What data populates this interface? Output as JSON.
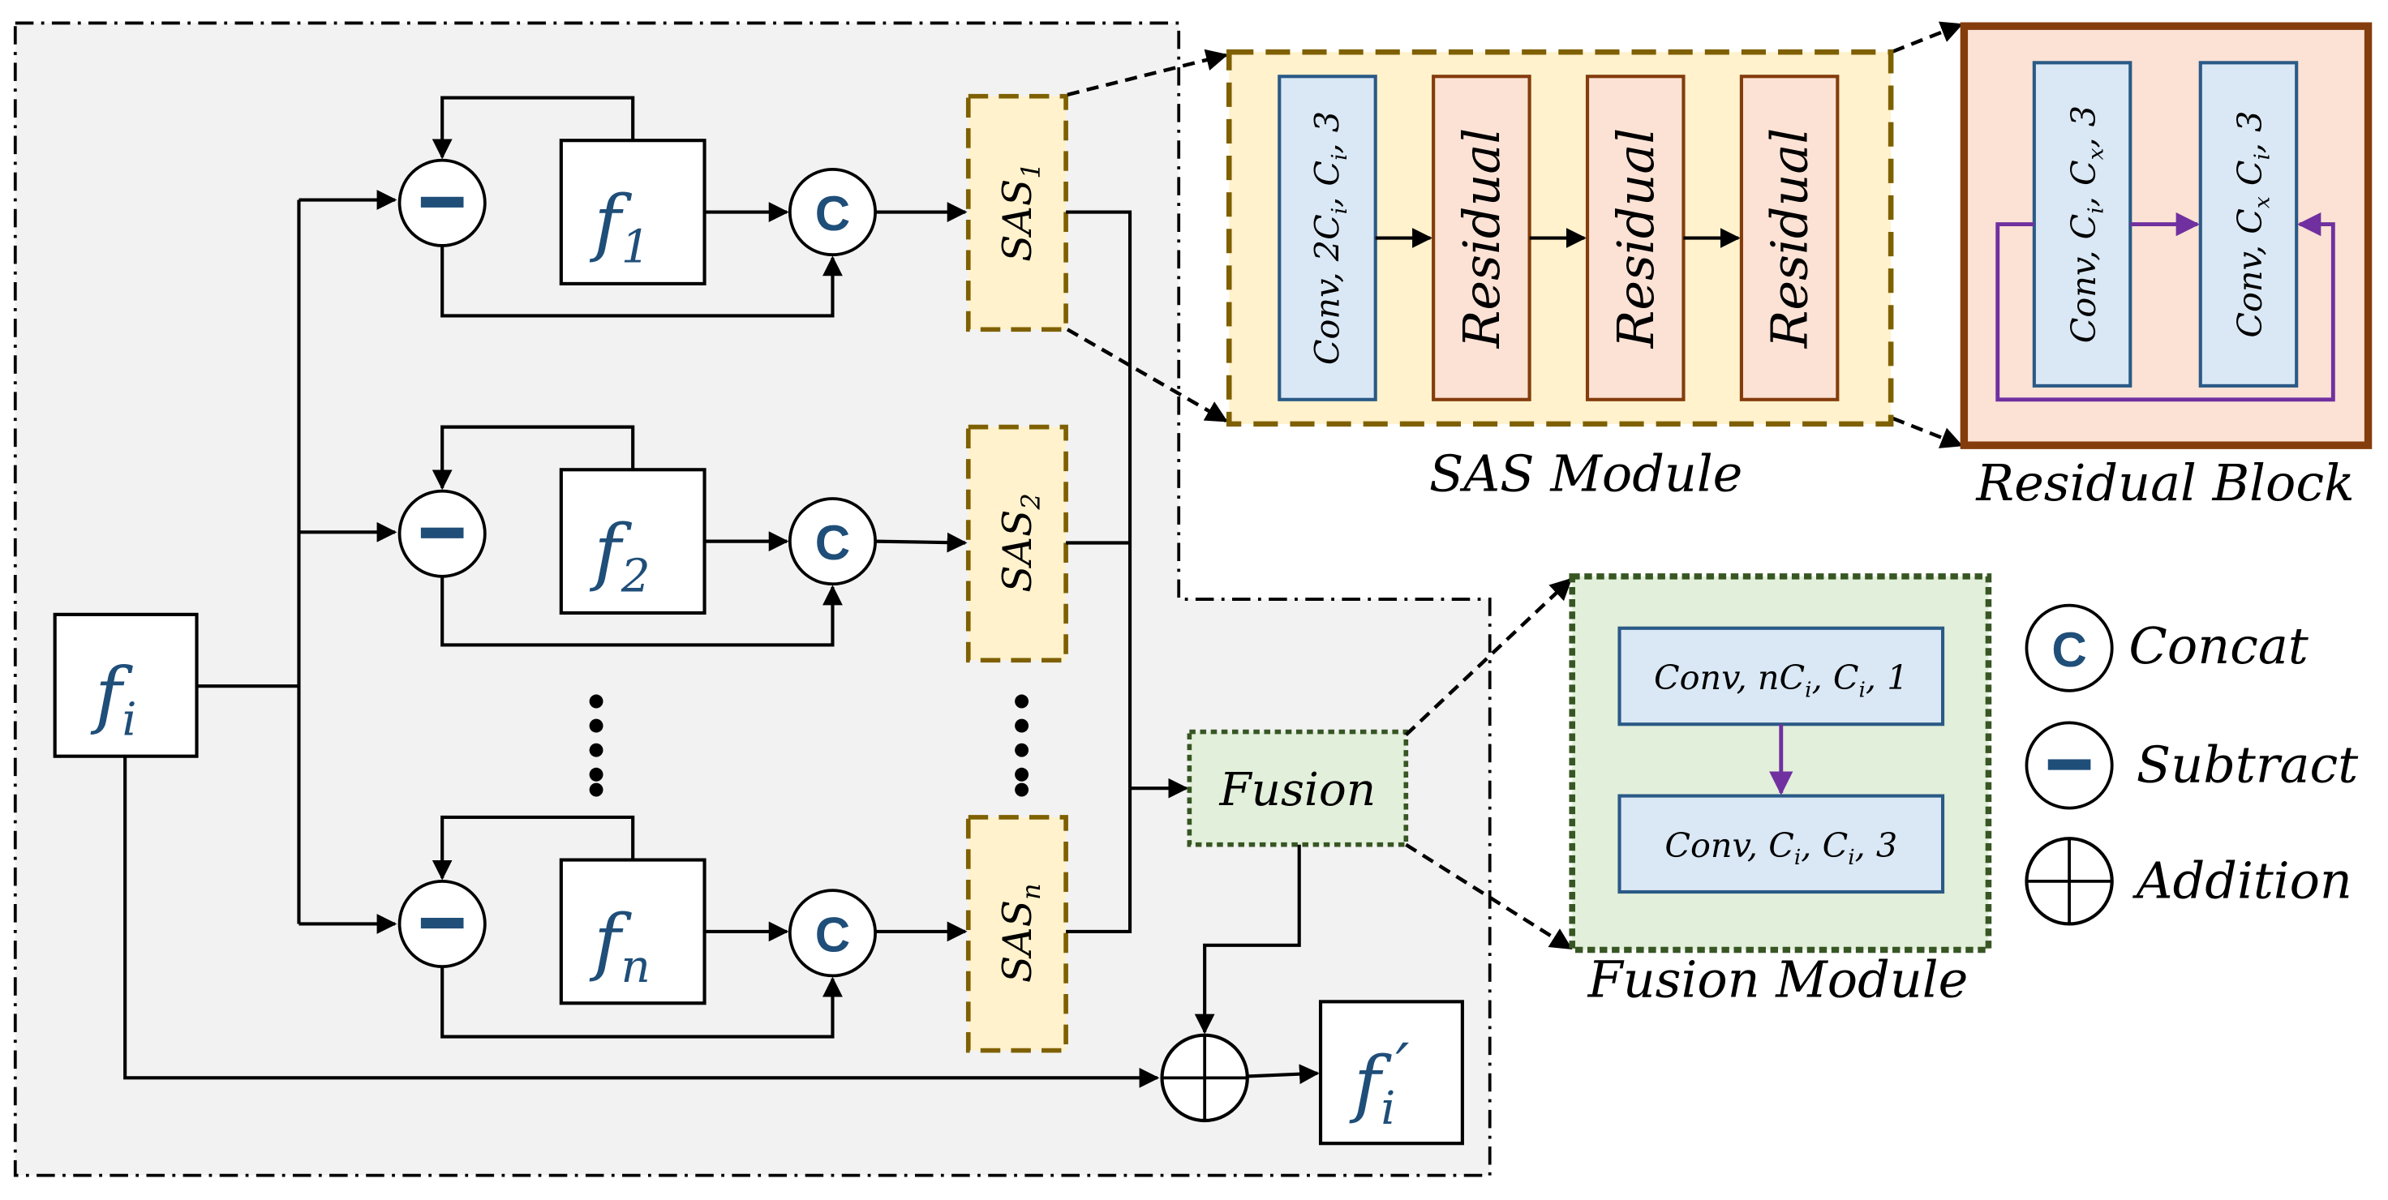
{
  "colors": {
    "ink": "#000000",
    "blue_text": "#1f4e79",
    "box_blue_stroke": "#2a5a86",
    "box_blue_fill": "#dae8f5",
    "sas_fill": "#fff2cc",
    "sas_stroke": "#7f6000",
    "residual_fill": "#fbe2d5",
    "residual_stroke": "#843c0c",
    "fusion_fill": "#e2efda",
    "fusion_stroke": "#375623",
    "purple": "#7030a0",
    "panel_bg": "#f2f2f2"
  },
  "main": {
    "input": {
      "base": "f",
      "sub": "i"
    },
    "output": {
      "base": "f",
      "sub": "i",
      "prime": "′"
    },
    "branches": [
      {
        "f_base": "f",
        "f_sub": "1",
        "sas_base": "SAS",
        "sas_sub": "1"
      },
      {
        "f_base": "f",
        "f_sub": "2",
        "sas_base": "SAS",
        "sas_sub": "2"
      },
      {
        "f_base": "f",
        "f_sub": "n",
        "sas_base": "SAS",
        "sas_sub": "n"
      }
    ],
    "concat_glyph": "C",
    "fusion_label": "Fusion"
  },
  "sas_module": {
    "caption": "SAS Module",
    "conv": {
      "t1": "Conv, 2C",
      "s1": "i",
      "t2": ", C",
      "s2": "i",
      "t3": ", 3"
    },
    "residual_labels": [
      "Residual",
      "Residual",
      "Residual"
    ]
  },
  "residual_block": {
    "caption": "Residual Block",
    "conv1": {
      "t1": "Conv, C",
      "s1": "i",
      "t2": ", C",
      "s2": "x",
      "t3": ", 3"
    },
    "conv2": {
      "t1": "Conv, C",
      "s1": "x",
      "t2": " C",
      "s2": "i",
      "t3": ", 3"
    }
  },
  "fusion_module": {
    "caption": "Fusion Module",
    "conv1": {
      "t1": "Conv, nC",
      "s1": "i",
      "t2": ", C",
      "s2": "i",
      "t3": ", 1"
    },
    "conv2": {
      "t1": "Conv, C",
      "s1": "i",
      "t2": ", C",
      "s2": "i",
      "t3": ", 3"
    }
  },
  "legend": [
    {
      "icon": "concat-icon",
      "glyph": "C",
      "label": "Concat"
    },
    {
      "icon": "subtract-icon",
      "glyph": "",
      "label": "Subtract"
    },
    {
      "icon": "addition-icon",
      "glyph": "",
      "label": "Addition"
    }
  ]
}
